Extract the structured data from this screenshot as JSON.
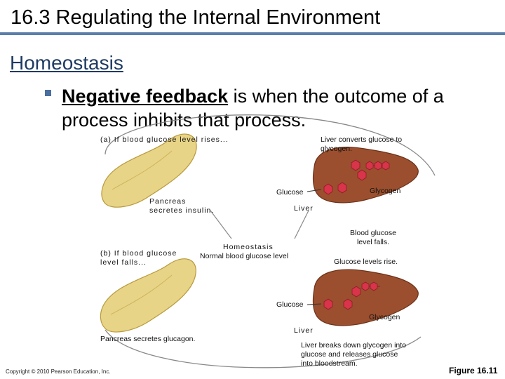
{
  "slide": {
    "title": "16.3 Regulating the Internal Environment",
    "subtitle": "Homeostasis",
    "bullet_bold": "Negative feedback",
    "bullet_rest": " is when the outcome of a process inhibits that process."
  },
  "diagram": {
    "label_a": "(a) If blood glucose level rises...",
    "pancreas_insulin": "Pancreas secretes insulin.",
    "liver_converts": "Liver converts glucose to glycogen.",
    "glucose_top": "Glucose",
    "glycogen_top": "Glycogen",
    "liver_top": "Liver",
    "blood_glucose_falls": "Blood glucose level falls.",
    "homeostasis_title": "Homeostasis",
    "homeostasis_sub": "Normal blood glucose level",
    "label_b": "(b) If blood glucose level falls...",
    "glucose_levels_rise": "Glucose levels rise.",
    "glucose_bottom": "Glucose",
    "glycogen_bottom": "Glycogen",
    "liver_bottom": "Liver",
    "pancreas_glucagon": "Pancreas secretes glucagon.",
    "liver_breaks_down": "Liver breaks down glycogen into glucose and releases glucose into bloodstream."
  },
  "footer": {
    "copyright": "Copyright © 2010 Pearson Education, Inc.",
    "figure": "Figure 16.11"
  },
  "colors": {
    "title_rule": "#5b7fa8",
    "subtitle": "#1f3b63",
    "pancreas": "#e8d486",
    "liver": "#9b4f2e",
    "molecule": "#d8344a"
  }
}
